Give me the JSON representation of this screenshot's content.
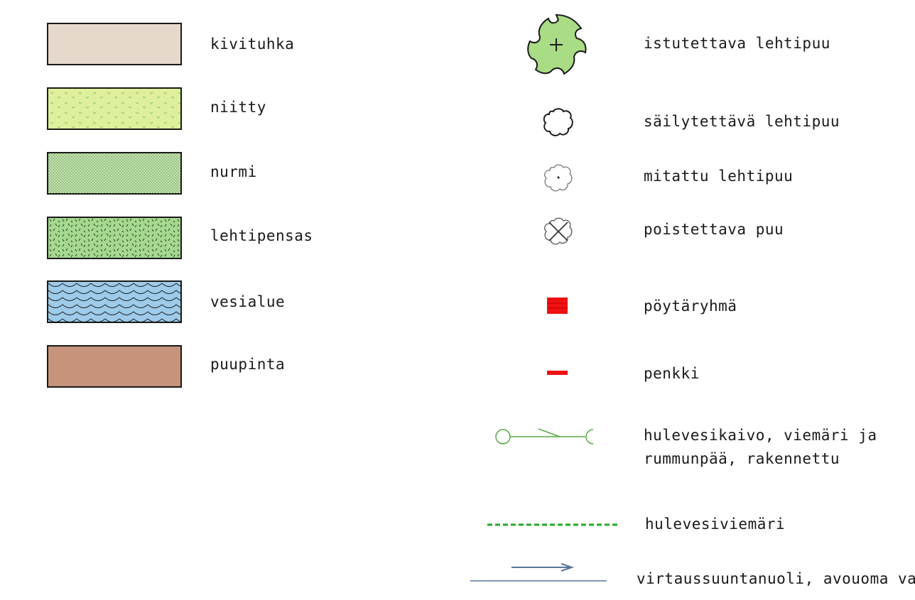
{
  "legend": {
    "areas": [
      {
        "label": "kivituhka",
        "color": "#e6d9cc"
      },
      {
        "label": "niitty",
        "color": "#dff09c"
      },
      {
        "label": "nurmi",
        "color": "#c4e6ad"
      },
      {
        "label": "lehtipensas",
        "color": "#a6d98f"
      },
      {
        "label": "vesialue",
        "color": "#9dcbe9"
      },
      {
        "label": "puupinta",
        "color": "#c5947a"
      }
    ],
    "symbols": [
      {
        "label": "istutettava lehtipuu",
        "icon": "planted-deciduous-tree-icon",
        "color": "#a9dc85"
      },
      {
        "label": "säilytettävä lehtipuu",
        "icon": "preserved-deciduous-tree-icon"
      },
      {
        "label": "mitattu lehtipuu",
        "icon": "measured-deciduous-tree-icon"
      },
      {
        "label": "poistettava puu",
        "icon": "tree-to-remove-icon"
      },
      {
        "label": "pöytäryhmä",
        "icon": "table-group-icon",
        "color": "#ee1111"
      },
      {
        "label": "penkki",
        "icon": "bench-icon",
        "color": "#ee1111"
      },
      {
        "label_line1": "hulevesikaivo, viemäri ja",
        "label_line2": "rummunpää, rakennettu",
        "icon": "stormwater-well-pipe-culvert-icon",
        "color": "#55aa44"
      },
      {
        "label": "hulevesiviemäri",
        "icon": "stormwater-sewer-line-icon",
        "color": "#22aa22"
      },
      {
        "label": "virtaussuuntanuoli, avouoma vanha",
        "icon": "flow-direction-arrow-icon",
        "color": "#5a7697"
      }
    ]
  }
}
